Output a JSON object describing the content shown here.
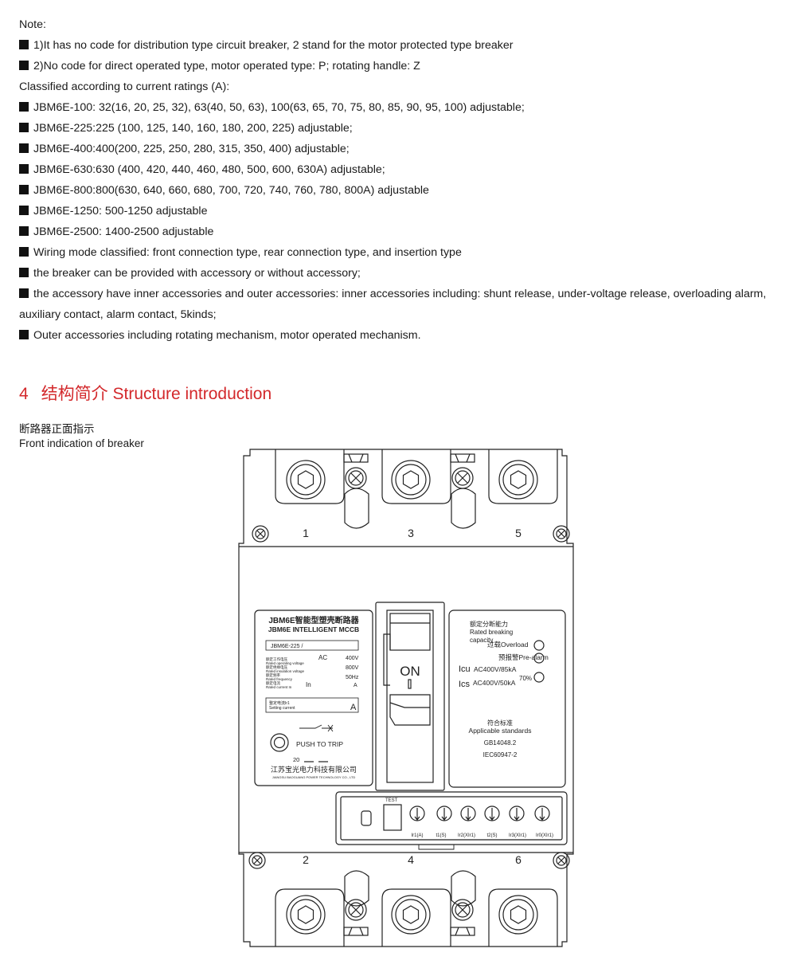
{
  "notes": {
    "label": "Note:",
    "lines": [
      "1)It has no code for distribution type circuit breaker, 2 stand for the motor protected type breaker",
      "2)No code for direct operated type, motor operated type: P; rotating handle: Z"
    ],
    "classified": "Classified according to current ratings (A):",
    "ratings": [
      "JBM6E-100: 32(16, 20, 25, 32), 63(40, 50, 63), 100(63, 65, 70, 75, 80, 85, 90, 95, 100) adjustable;",
      "JBM6E-225:225 (100, 125, 140, 160, 180, 200, 225) adjustable;",
      "JBM6E-400:400(200, 225, 250, 280, 315, 350, 400) adjustable;",
      "JBM6E-630:630 (400, 420, 440, 460, 480, 500, 600, 630A) adjustable;",
      "JBM6E-800:800(630, 640, 660, 680, 700, 720, 740, 760, 780, 800A) adjustable",
      "JBM6E-1250: 500-1250 adjustable",
      "JBM6E-2500: 1400-2500 adjustable",
      "Wiring mode classified: front connection type, rear connection type, and insertion type",
      "the breaker can be provided with accessory or without accessory;"
    ],
    "accessory_line": "the accessory have inner accessories and outer accessories: inner accessories including: shunt release, under-voltage release, overloading alarm, auxiliary contact, alarm contact, 5kinds;",
    "outer_line": "Outer accessories including rotating mechanism, motor operated mechanism."
  },
  "section": {
    "number": "4",
    "title": "结构简介 Structure introduction"
  },
  "figure": {
    "caption_cn": "断路器正面指示",
    "caption_en": "Front indication of breaker"
  },
  "breaker": {
    "terminals_top": [
      "1",
      "3",
      "5"
    ],
    "terminals_bottom": [
      "2",
      "4",
      "6"
    ],
    "label_title_cn": "JBM6E智能型塑壳断路器",
    "label_title_en": "JBM6E INTELLIGENT MCCB",
    "model": "JBM6E-225 /",
    "ac": "AC",
    "v1": "400V",
    "v2": "800V",
    "freq": "50Hz",
    "in_label": "In",
    "a_unit": "A",
    "specs_small": [
      "额定工作电压",
      "Rated operating voltage",
      "额定绝缘电压",
      "Rated insulation voltage",
      "额定频率",
      "Rated frequency",
      "额定电流",
      "Rated current In"
    ],
    "setting_cn": "整定电流Ir1",
    "setting_en": "Setting current",
    "setting_unit": "A",
    "push_to_trip": "PUSH TO TRIP",
    "year": "20",
    "company_cn": "江苏宝光电力科技有限公司",
    "company_en": "JIANGSU BAOGUANG POWER TECHNOLOGY CO., LTD",
    "handle_on": "ON",
    "handle_mark": "I",
    "breaking_cn": "额定分断能力",
    "breaking_en1": "Rated breaking",
    "breaking_en2": "capacity",
    "overload": "过载Overload",
    "prealarm": "预报警Pre-alarm",
    "icu": "Icu",
    "icu_val": "AC400V/85kA",
    "ics": "Ics",
    "ics_val": "AC400V/50kA",
    "pct": "70%",
    "std_cn": "符合标准",
    "std_en": "Applicable standards",
    "std1": "GB14048.2",
    "std2": "IEC60947-2",
    "test": "TEST",
    "dial_labels": [
      "Ir1(A)",
      "t1(S)",
      "Ir2(XIr1)",
      "t2(S)",
      "Ir3(XIr1)",
      "Ir0(XIr1)"
    ]
  }
}
